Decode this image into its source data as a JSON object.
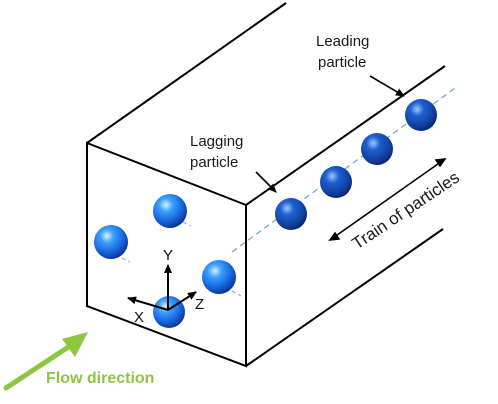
{
  "labels": {
    "leading_line1": "Leading",
    "leading_line2": "particle",
    "lagging_line1": "Lagging",
    "lagging_line2": "particle",
    "train": "Train of particles",
    "flow": "Flow direction"
  },
  "axes": {
    "x": "X",
    "y": "Y",
    "z": "Z"
  },
  "colors": {
    "channel_edge": "#000000",
    "particle_dark": "#0b2f8a",
    "particle_light": "#1e90ff",
    "particle_highlight": "#d8eeff",
    "dashed_line": "#7fa6d6",
    "flow": "#8dc63f"
  }
}
